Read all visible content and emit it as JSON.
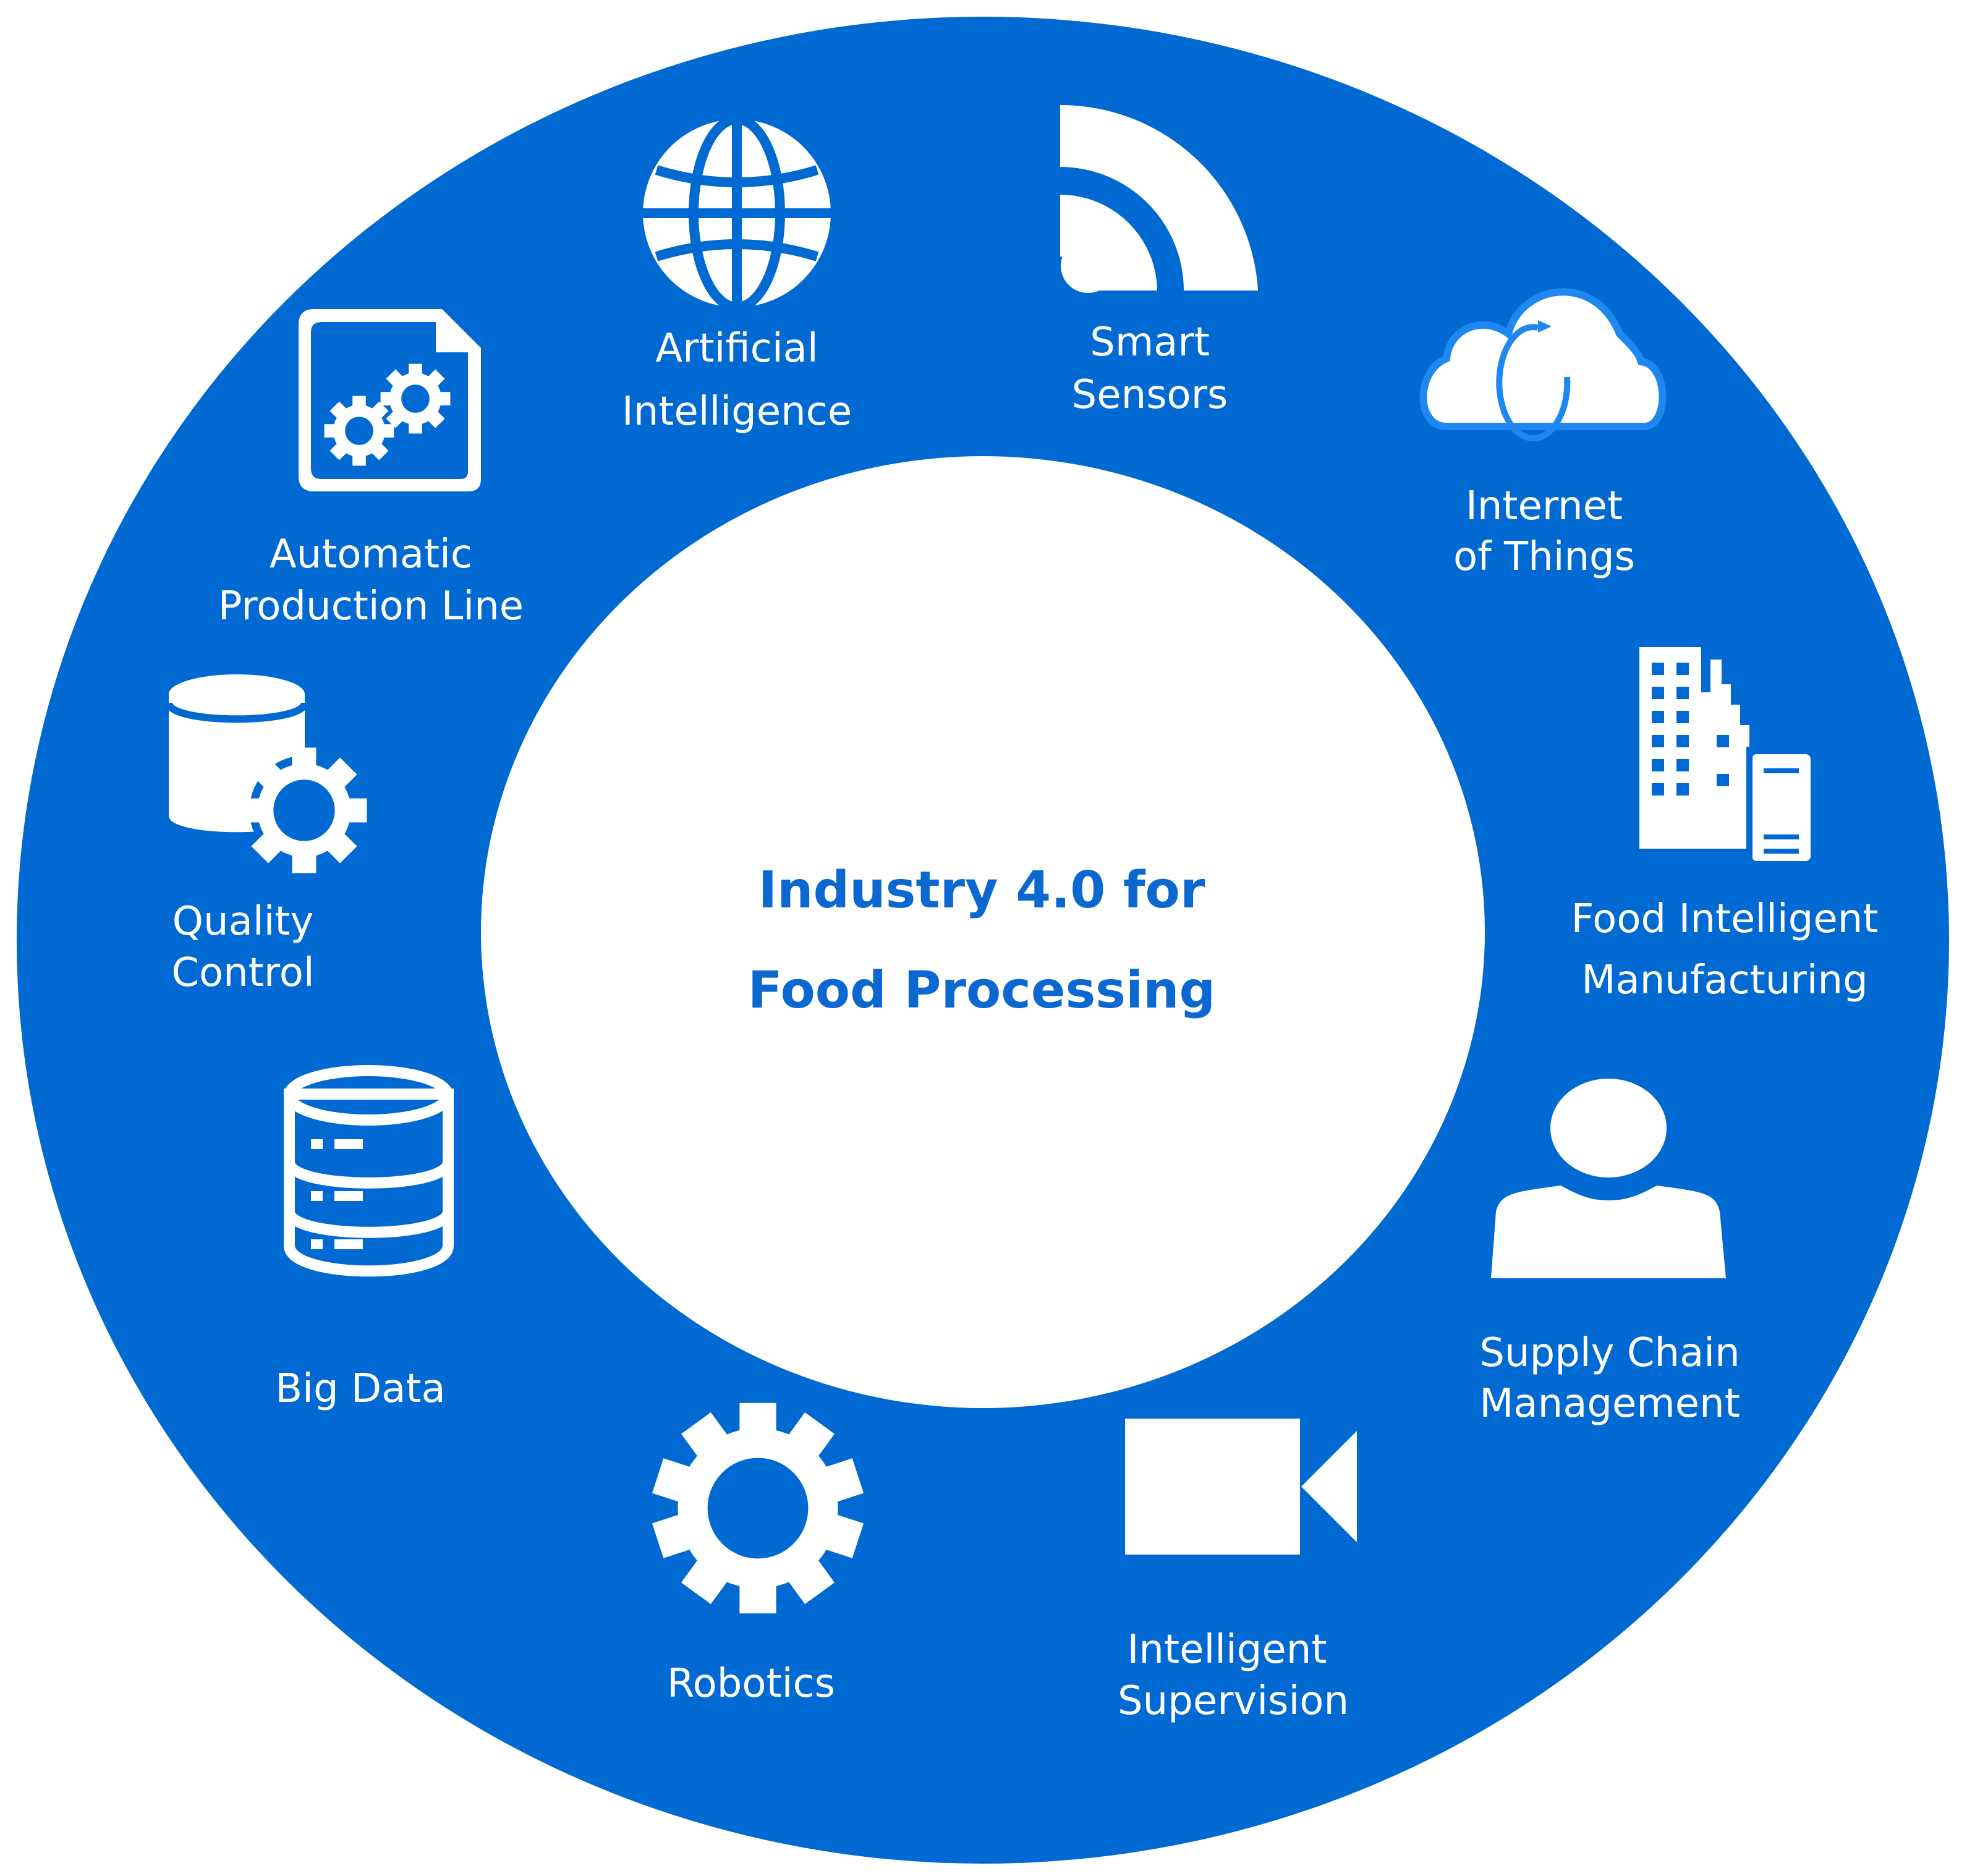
{
  "colors": {
    "ring": "#0069d2",
    "inner": "#ffffff",
    "icon": "#ffffff",
    "center_text": "#0a68d0",
    "cloud_outline": "#1e88f0"
  },
  "center": {
    "line1": "Industry 4.0 for",
    "line2": "Food Processing"
  },
  "items": [
    {
      "id": "artificial-intelligence",
      "icon": "globe-icon",
      "line1": "Artificial",
      "line2": "Intelligence"
    },
    {
      "id": "smart-sensors",
      "icon": "wireless-signal-icon",
      "line1": "Smart",
      "line2": "Sensors"
    },
    {
      "id": "internet-of-things",
      "icon": "cloud-sync-icon",
      "line1": "Internet",
      "line2": "of Things"
    },
    {
      "id": "food-intelligent-manufacturing",
      "icon": "buildings-icon",
      "line1": "Food Intelligent",
      "line2": "Manufacturing"
    },
    {
      "id": "supply-chain-management",
      "icon": "person-icon",
      "line1": "Supply Chain",
      "line2": "Management"
    },
    {
      "id": "intelligent-supervision",
      "icon": "video-camera-icon",
      "line1": "Intelligent",
      "line2": "Supervision"
    },
    {
      "id": "robotics",
      "icon": "gear-icon",
      "line1": "Robotics",
      "line2": ""
    },
    {
      "id": "big-data",
      "icon": "database-icon",
      "line1": "Big Data",
      "line2": ""
    },
    {
      "id": "quality-control",
      "icon": "database-gear-icon",
      "line1": "Quality",
      "line2": "Control"
    },
    {
      "id": "automatic-production-line",
      "icon": "document-gears-icon",
      "line1": "Automatic",
      "line2": "Production Line"
    }
  ]
}
